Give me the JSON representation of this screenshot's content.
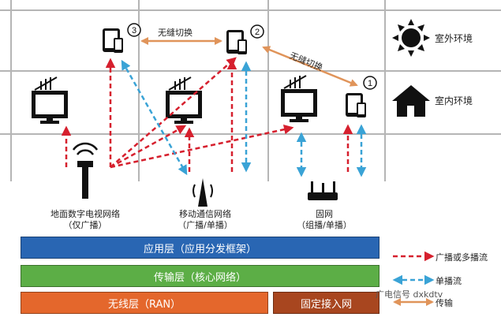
{
  "environments": {
    "outdoor": "室外环境",
    "indoor": "室内环境"
  },
  "handover": {
    "top": "无缝切换",
    "right": "无缝切换"
  },
  "badges": [
    "3",
    "2",
    "1"
  ],
  "networks": {
    "terrestrial": {
      "line1": "地面数字电视网络",
      "line2": "（仅广播）"
    },
    "mobile": {
      "line1": "移动通信网络",
      "line2": "（广播/单播）"
    },
    "fixed": {
      "line1": "固网",
      "line2": "（组播/单播）"
    }
  },
  "layers": {
    "application": "应用层（应用分发框架）",
    "transport": "传输层（核心网络）",
    "radio": "无线层（RAN）",
    "fixed_access": "固定接入网"
  },
  "legend": {
    "broadcast": "广播或多播流",
    "unicast": "单播流",
    "transfer": "传输"
  },
  "watermark": "广电信号 dxkdtv",
  "colors": {
    "grid": "#b5b5b5",
    "red_arrow": "#d6202e",
    "blue_arrow": "#3aa3d6",
    "orange_arrow": "#e0945a",
    "application_bar": "#2966b3",
    "transport_bar": "#5cae46",
    "radio_bar": "#e4672c",
    "fixed_bar": "#a8461f"
  },
  "icons": [
    "sun-icon",
    "house-icon",
    "tv-icon",
    "tablet-icon",
    "tower-icon",
    "mobile-antenna-icon",
    "router-icon"
  ]
}
